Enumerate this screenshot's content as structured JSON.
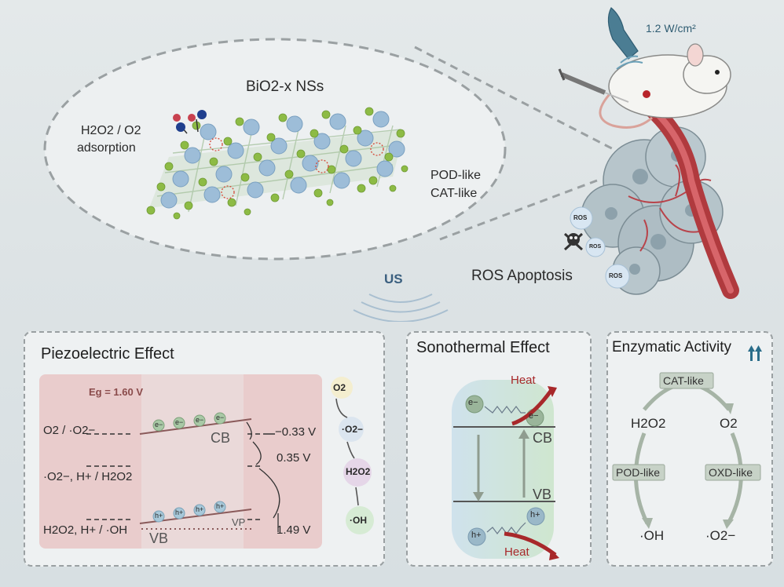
{
  "top": {
    "title": "BiO2-x NSs",
    "adsorption_line1": "H2O2 / O2",
    "adsorption_line2": "adsorption",
    "pod_like": "POD-like",
    "cat_like": "CAT-like",
    "us_label": "US",
    "intensity": "1.2 W/cm²",
    "ros_apoptosis": "ROS Apoptosis",
    "ros_bubble": "ROS"
  },
  "piezo": {
    "title": "Piezoelectric Effect",
    "eg": "Eg = 1.60 V",
    "couple1": "O2 / ·O2−",
    "couple2": "·O2−, H+ / H2O2",
    "couple3": "H2O2,  H+ / ·OH",
    "v1": "−0.33 V",
    "v2": "0.35 V",
    "v3": "1.49 V",
    "cb": "CB",
    "vb": "VB",
    "vp": "VP",
    "electron": "e−",
    "hole": "h+",
    "chain": [
      "O2",
      "·O2−",
      "H2O2",
      "·OH"
    ]
  },
  "sono": {
    "title": "Sonothermal Effect",
    "heat_top": "Heat",
    "heat_bottom": "Heat",
    "cb": "CB",
    "vb": "VB",
    "electron": "e−",
    "hole": "h+"
  },
  "enzyme": {
    "title": "Enzymatic Activity",
    "cat_like": "CAT-like",
    "pod_like": "POD-like",
    "oxd_like": "OXD-like",
    "h2o2": "H2O2",
    "o2": "O2",
    "oh": "·OH",
    "superoxide": "·O2−"
  },
  "colors": {
    "panel_border": "#9aa0a2",
    "pink": "#e8c6c6",
    "band_line": "#8a5a5a",
    "cb_green": "#c9e3c9",
    "arrow_gray": "#8f9c8f",
    "heat_red": "#a8282a",
    "enzyme_blue": "#2a6d8a"
  }
}
